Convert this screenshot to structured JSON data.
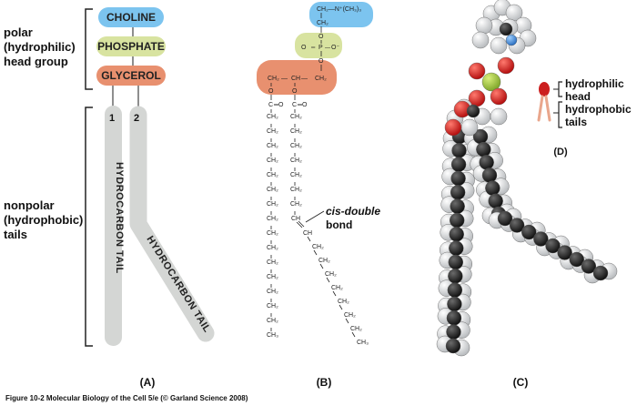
{
  "labels": {
    "polar": [
      "polar",
      "(hydrophilic)",
      "head group"
    ],
    "nonpolar": [
      "nonpolar",
      "(hydrophobic)",
      "tails"
    ],
    "choline": "CHOLINE",
    "phosphate": "PHOSPHATE",
    "glycerol": "GLYCEROL",
    "tail_1": "1",
    "tail_2": "2",
    "hydrocarbon_tail": "HYDROCARBON TAIL",
    "cis_double": [
      "cis-double",
      "bond"
    ],
    "hydrophilic_head": [
      "hydrophilic",
      "head"
    ],
    "hydrophobic_tails": [
      "hydrophobic",
      "tails"
    ]
  },
  "chem": {
    "choline_group": "CH₂—N⁺(CH₃)₃",
    "ch2": "CH₂",
    "ch3": "CH₃",
    "ch": "CH",
    "o": "O",
    "p": "P",
    "o_minus": "O⁻",
    "c": "C",
    "carbonyl_o": "═O",
    "glycerol_row": [
      "CH₂",
      "—",
      "CH",
      "—",
      "CH₂"
    ],
    "chain_1_count": 15,
    "chain_2_upper_count": 7,
    "chain_2_lower_count": 7
  },
  "panels": {
    "a": "(A)",
    "b": "(B)",
    "c": "(C)",
    "d": "(D)"
  },
  "caption": "Figure 10-2  Molecular Biology of the Cell 5/e (© Garland Science 2008)",
  "colors": {
    "choline": "#7cc4ef",
    "phosphate": "#d8e3a0",
    "glycerol": "#e8906f",
    "tail": "#d4d6d4",
    "head_red": "#cc1f1f",
    "tail_salmon": "#e9a68c"
  }
}
